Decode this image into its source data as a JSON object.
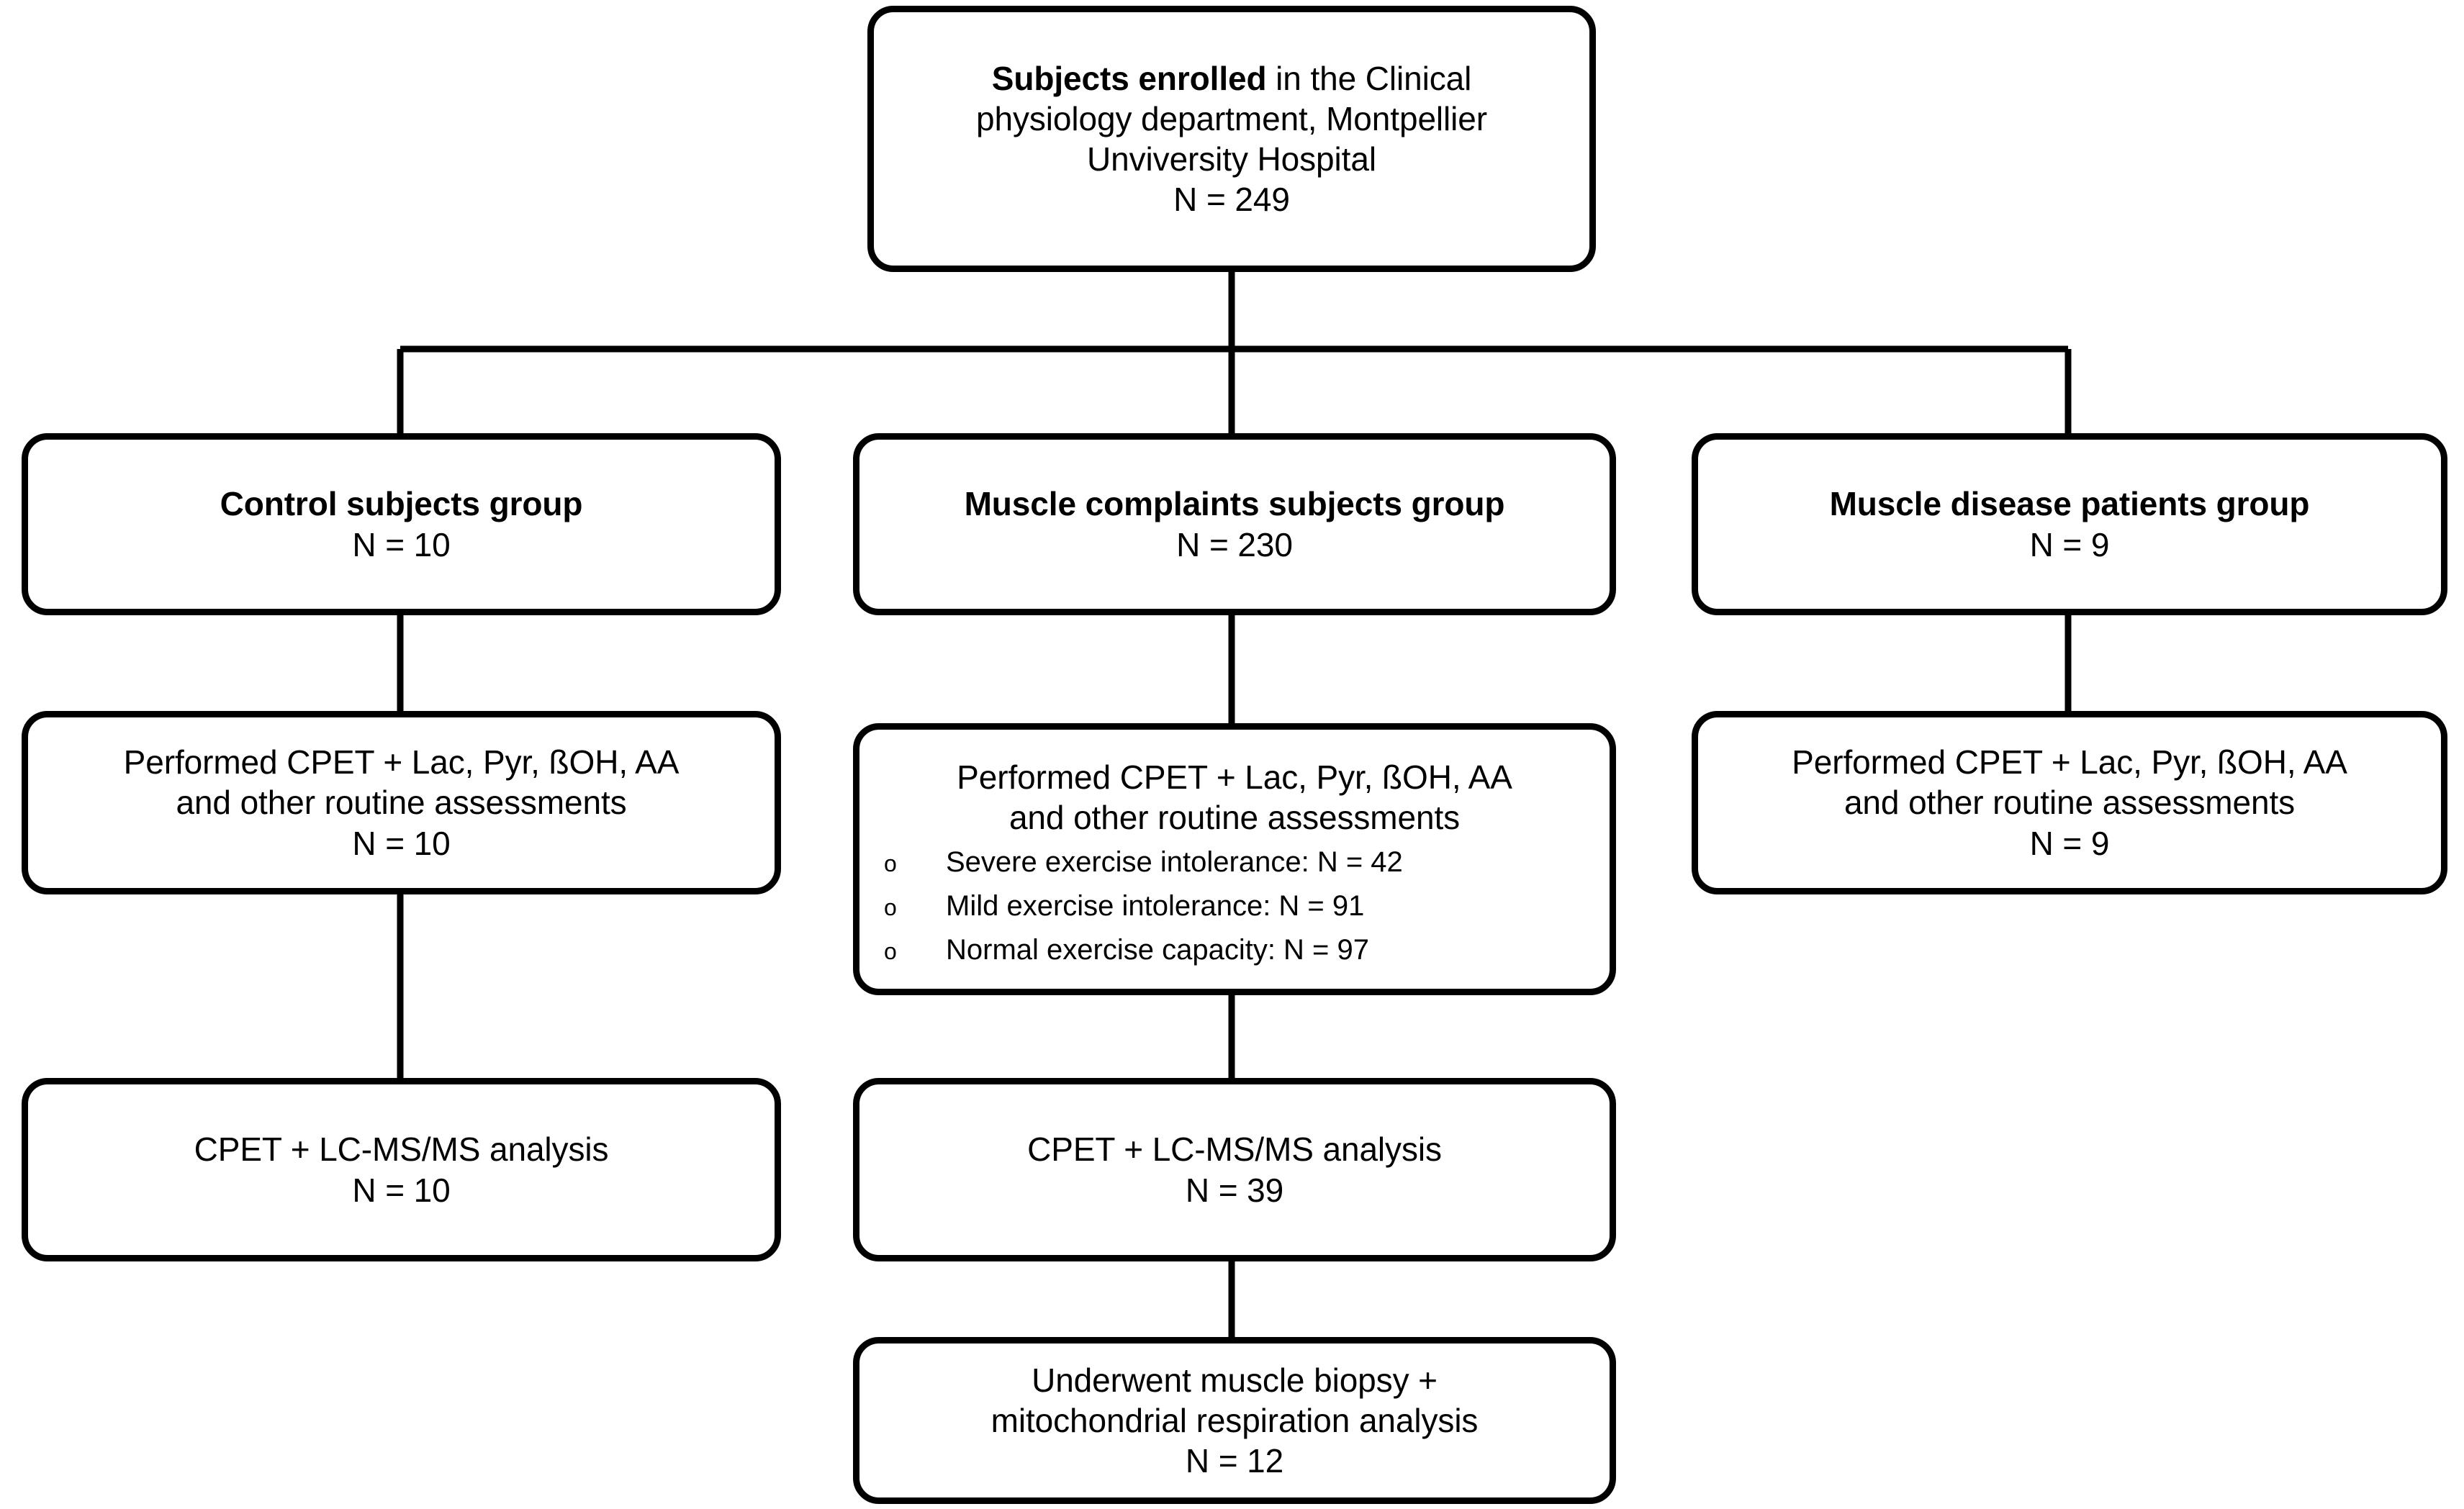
{
  "figure": {
    "type": "flowchart",
    "title": "Study enrollment and assessment flow diagram",
    "line_color": "#000000",
    "box_fill": "#ffffff",
    "text_color": "#000000"
  },
  "nodes": {
    "enrolled": {
      "name": "subjects-enrolled",
      "line1_bold": "Subjects enrolled",
      "line1_rest": " in the Clinical",
      "line2": "physiology department, Montpellier",
      "line3": "Unviversity Hospital",
      "line4": "N = 249"
    },
    "control_group": {
      "name": "control-subjects-group",
      "title": "Control subjects group",
      "count": "N = 10"
    },
    "complaints_group": {
      "name": "muscle-complaints-subjects-group",
      "title": "Muscle complaints subjects group",
      "count": "N = 230"
    },
    "disease_group": {
      "name": "muscle-disease-patients-group",
      "title": "Muscle disease patients group",
      "count": "N = 9"
    },
    "control_assessment": {
      "name": "control-cpet-assessment",
      "line1": "Performed CPET + Lac, Pyr, ßOH, AA",
      "line2": "and other routine assessments",
      "count": "N = 10"
    },
    "complaints_assessment": {
      "name": "complaints-cpet-assessment",
      "line1": "Performed CPET + Lac, Pyr, ßOH, AA",
      "line2": "and other routine assessments",
      "bullet_marker": "o",
      "bullets": [
        "Severe exercise intolerance: N = 42",
        "Mild exercise intolerance: N = 91",
        "Normal exercise capacity: N = 97"
      ]
    },
    "disease_assessment": {
      "name": "disease-cpet-assessment",
      "line1": "Performed CPET + Lac, Pyr, ßOH, AA",
      "line2": "and other routine assessments",
      "count": "N = 9"
    },
    "control_lcms": {
      "name": "control-lcms-analysis",
      "line1": "CPET + LC-MS/MS analysis",
      "count": "N = 10"
    },
    "complaints_lcms": {
      "name": "complaints-lcms-analysis",
      "line1": "CPET + LC-MS/MS analysis",
      "count": "N = 39"
    },
    "biopsy": {
      "name": "muscle-biopsy-analysis",
      "line1": "Underwent muscle biopsy +",
      "line2": "mitochondrial respiration analysis",
      "count": "N = 12"
    }
  }
}
